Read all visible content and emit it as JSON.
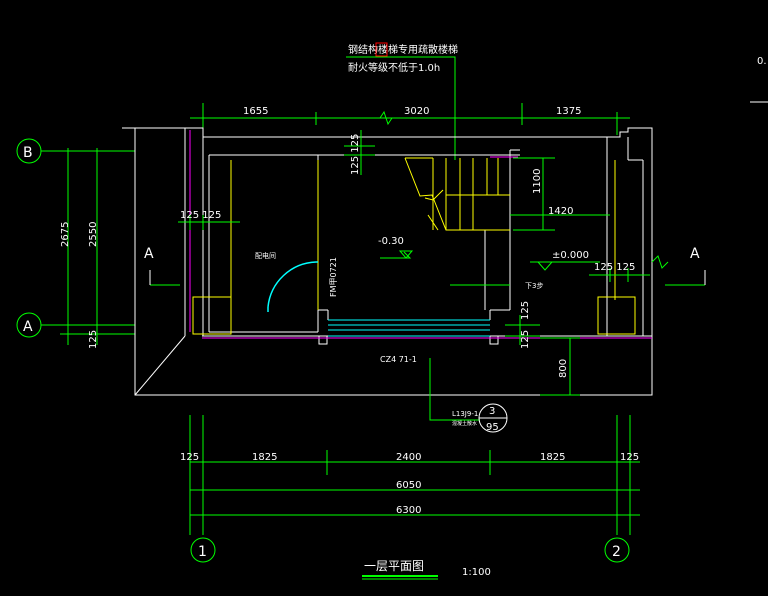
{
  "colors": {
    "background": "#000000",
    "wall": "#ffffff",
    "dimension": "#00ff00",
    "door": "#00ffff",
    "column": "#ffff00",
    "axis": "#00ff00",
    "leader": "#00ff00",
    "magenta_line": "#ff00ff",
    "stair": "#ffff00",
    "highlight_box": "#ff0000"
  },
  "notes": {
    "stair_line1": "钢结构楼梯专用疏散楼梯",
    "stair_line2": "耐火等级不低于1.0h"
  },
  "grid_axes": {
    "B": "B",
    "A": "A",
    "one": "1",
    "two": "2"
  },
  "section_marks": {
    "left": "A",
    "right": "A"
  },
  "top_dims": {
    "d1": "1655",
    "d2": "3020",
    "d3": "1375"
  },
  "left_dims": {
    "total": "2675",
    "inner": "2550",
    "bottom": "125"
  },
  "bottom_dims": {
    "e1": "125",
    "e2": "1825",
    "e3": "2400",
    "e4": "1825",
    "e5": "125",
    "inner_total": "6050",
    "outer_total": "6300"
  },
  "interior_labels": {
    "wall_125_125_left": "125 125",
    "wall_125_125_top": "125 125",
    "elev_neg": "-0.30",
    "elev_zero": "±0.000",
    "room_name": "配电间",
    "door_code": "FM甲0721",
    "stair_dim_1100": "1100",
    "stair_dim_1420": "1420",
    "stair_dir": "下3步",
    "right_125_125": "125 125",
    "right_125_bottom": "125",
    "left_125_bottom": "125",
    "beam_label": "CZ4 71-1",
    "dim_800": "800",
    "detail_ref_code": "L13J9-1",
    "detail_ref_note": "混凝土散水",
    "detail_num": "3",
    "detail_page": "95"
  },
  "title": {
    "name": "一层平面图",
    "scale": "1:100"
  },
  "edge_text": {
    "right_top": "0."
  }
}
